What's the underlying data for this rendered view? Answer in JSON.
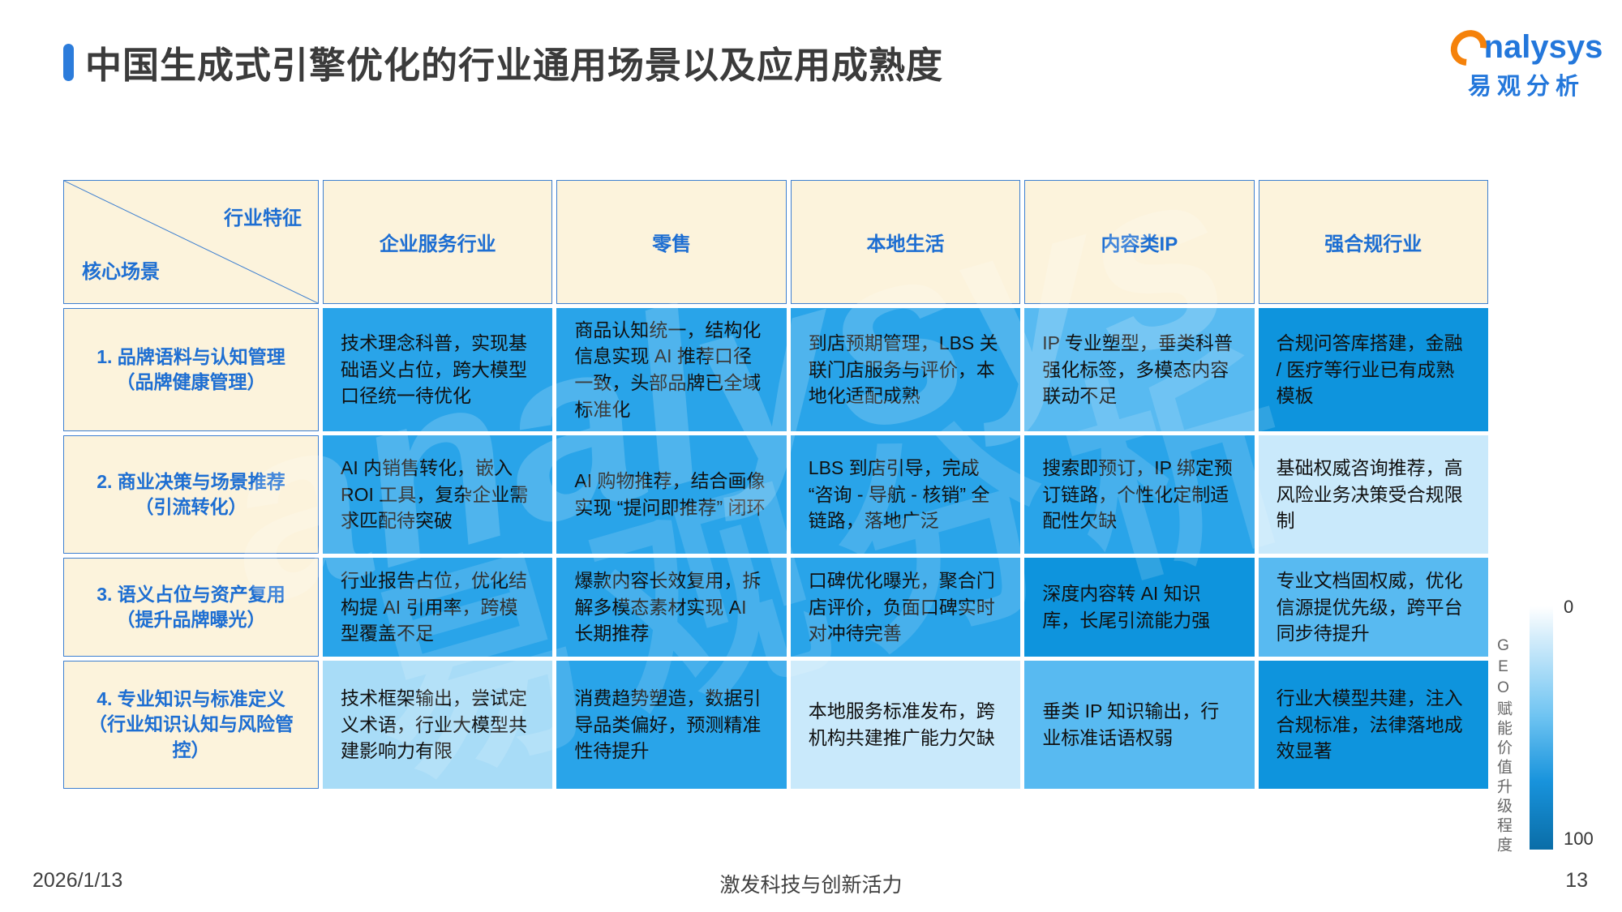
{
  "title": "中国生成式引擎优化的行业通用场景以及应用成熟度",
  "logo": {
    "brand_en": "nalysys",
    "brand_cn": "易观分析"
  },
  "table": {
    "corner": {
      "top_right": "行业特征",
      "bottom_left": "核心场景"
    },
    "columns": [
      "企业服务行业",
      "零售",
      "本地生活",
      "内容类IP",
      "强合规行业"
    ],
    "rows": [
      {
        "label": "1.  品牌语料与认知管理（品牌健康管理）",
        "cells": [
          {
            "text": "技术理念科普，实现基础语义占位，跨大模型口径统一待优化",
            "color": "#29a4e9"
          },
          {
            "text": "商品认知统一，结构化信息实现 AI 推荐口径一致，头部品牌已全域标准化",
            "color": "#29a4e9"
          },
          {
            "text": "到店预期管理，LBS 关联门店服务与评价，本地化适配成熟",
            "color": "#29a4e9"
          },
          {
            "text": "IP 专业塑型，垂类科普强化标签，多模态内容联动不足",
            "color": "#58baf1"
          },
          {
            "text": "合规问答库搭建，金融 / 医疗等行业已有成熟模板",
            "color": "#0e94dd"
          }
        ]
      },
      {
        "label": "2. 商业决策与场景推荐（引流转化）",
        "cells": [
          {
            "text": "AI 内销售转化，嵌入 ROI 工具，复杂企业需求匹配待突破",
            "color": "#29a4e9"
          },
          {
            "text": "AI 购物推荐，结合画像实现 “提问即推荐” 闭环",
            "color": "#29a4e9"
          },
          {
            "text": "LBS 到店引导，完成 “咨询 - 导航 - 核销” 全链路，落地广泛",
            "color": "#29a4e9"
          },
          {
            "text": "搜索即预订，IP 绑定预订链路，个性化定制适配性欠缺",
            "color": "#29a4e9"
          },
          {
            "text": "基础权威咨询推荐，高风险业务决策受合规限制",
            "color": "#c9e9fb"
          }
        ]
      },
      {
        "label": "3. 语义占位与资产复用（提升品牌曝光）",
        "cells": [
          {
            "text": "行业报告占位，优化结构提 AI 引用率，跨模型覆盖不足",
            "color": "#29a4e9"
          },
          {
            "text": "爆款内容长效复用，拆解多模态素材实现 AI 长期推荐",
            "color": "#29a4e9"
          },
          {
            "text": "口碑优化曝光，聚合门店评价，负面口碑实时对冲待完善",
            "color": "#29a4e9"
          },
          {
            "text": "深度内容转 AI 知识库，长尾引流能力强",
            "color": "#0e94dd"
          },
          {
            "text": "专业文档固权威，优化信源提优先级，跨平台同步待提升",
            "color": "#58baf1"
          }
        ]
      },
      {
        "label": "4. 专业知识与标准定义（行业知识认知与风险管控）",
        "cells": [
          {
            "text": "技术框架输出，尝试定义术语，行业大模型共建影响力有限",
            "color": "#a8dcf7"
          },
          {
            "text": "消费趋势塑造，数据引导品类偏好，预测精准性待提升",
            "color": "#29a4e9"
          },
          {
            "text": "本地服务标准发布，跨机构共建推广能力欠缺",
            "color": "#c9e9fb"
          },
          {
            "text": "垂类 IP 知识输出，行业标准话语权弱",
            "color": "#58baf1"
          },
          {
            "text": "行业大模型共建，注入合规标准，法律落地成效显著",
            "color": "#0e94dd"
          }
        ]
      }
    ]
  },
  "legend": {
    "label": "GEO赋能价值升级程度",
    "min": "0",
    "max": "100"
  },
  "watermark": {
    "en": "analysys",
    "cn": "易观分析"
  },
  "footer": {
    "date": "2026/1/13",
    "slogan": "激发科技与创新活力",
    "page": "13"
  },
  "colors": {
    "accent_blue": "#2c7cdb",
    "header_text_blue": "#1d6ed2",
    "header_bg_cream": "#fcf3dc",
    "cell_mid": "#29a4e9",
    "cell_mid_light": "#58baf1",
    "cell_light": "#a8dcf7",
    "cell_very_light": "#c9e9fb",
    "cell_dark": "#0e94dd",
    "logo_orange": "#f5820b",
    "logo_blue": "#2377db"
  }
}
